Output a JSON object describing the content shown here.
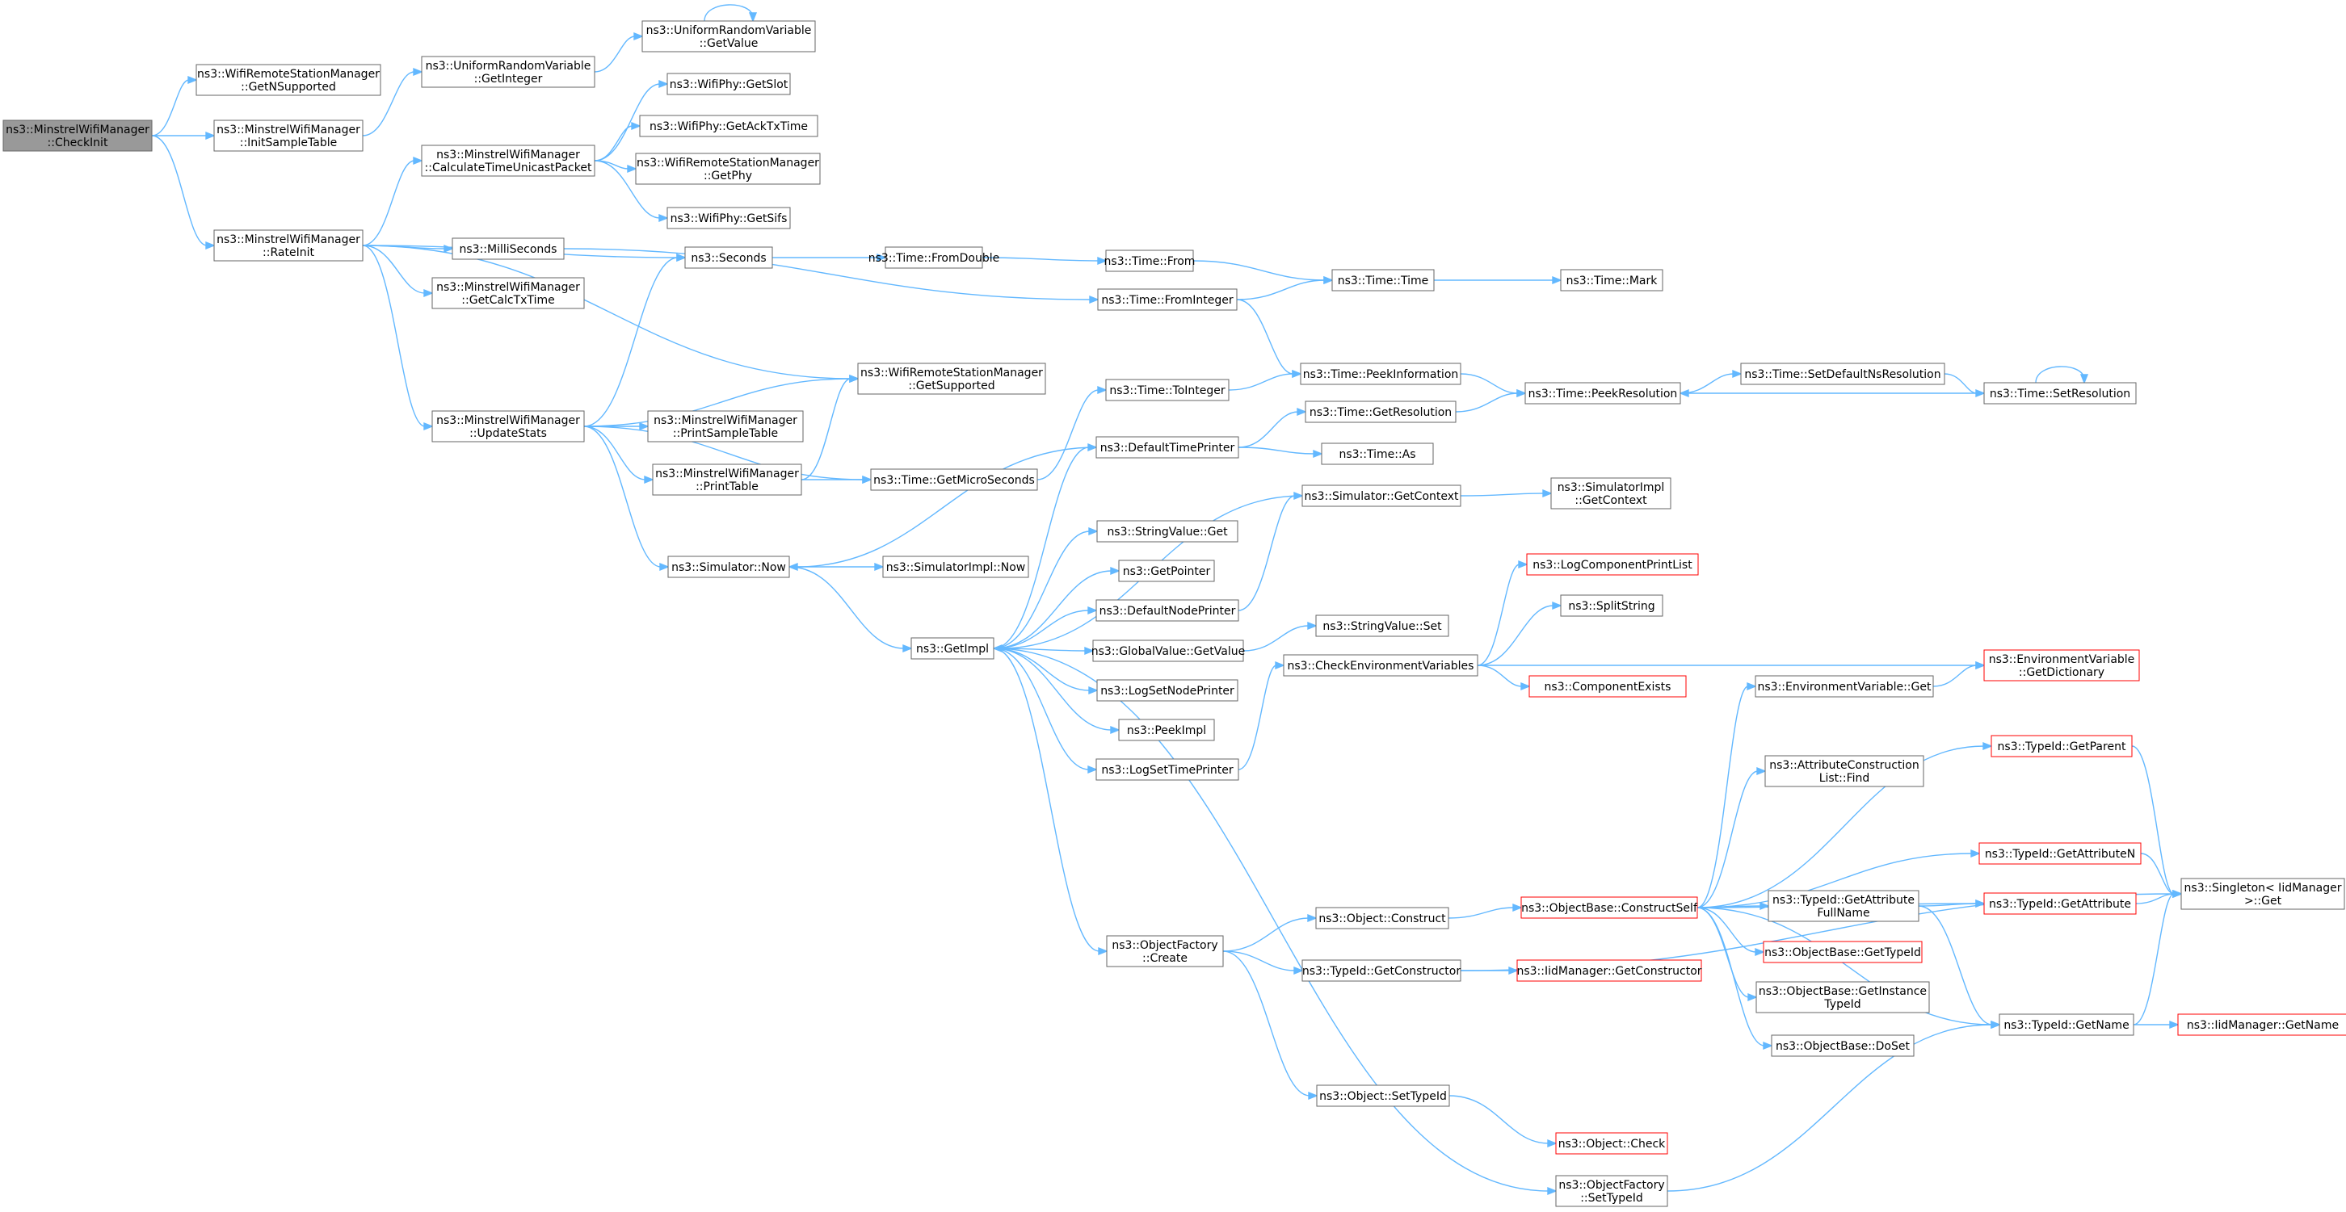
{
  "colors": {
    "edge": "#63b8ff",
    "node_border": "#666666",
    "node_fill": "#ffffff",
    "root_fill": "#999999",
    "truncated_border": "#ff0000",
    "text": "#000000"
  },
  "nodes": [
    {
      "id": "checkinit",
      "lines": [
        "ns3::MinstrelWifiManager",
        "::CheckInit"
      ],
      "root": true
    },
    {
      "id": "getnsupported",
      "lines": [
        "ns3::WifiRemoteStationManager",
        "::GetNSupported"
      ]
    },
    {
      "id": "initsampletable",
      "lines": [
        "ns3::MinstrelWifiManager",
        "::InitSampleTable"
      ]
    },
    {
      "id": "rateinit",
      "lines": [
        "ns3::MinstrelWifiManager",
        "::RateInit"
      ]
    },
    {
      "id": "urv_getinteger",
      "lines": [
        "ns3::UniformRandomVariable",
        "::GetInteger"
      ]
    },
    {
      "id": "urv_getvalue",
      "lines": [
        "ns3::UniformRandomVariable",
        "::GetValue"
      ]
    },
    {
      "id": "calctime",
      "lines": [
        "ns3::MinstrelWifiManager",
        "::CalculateTimeUnicastPacket"
      ]
    },
    {
      "id": "getslot",
      "lines": [
        "ns3::WifiPhy::GetSlot"
      ]
    },
    {
      "id": "getacktxtime",
      "lines": [
        "ns3::WifiPhy::GetAckTxTime"
      ]
    },
    {
      "id": "getphy",
      "lines": [
        "ns3::WifiRemoteStationManager",
        "::GetPhy"
      ]
    },
    {
      "id": "getsifs",
      "lines": [
        "ns3::WifiPhy::GetSifs"
      ]
    },
    {
      "id": "milliseconds",
      "lines": [
        "ns3::MilliSeconds"
      ]
    },
    {
      "id": "getcalctxtime",
      "lines": [
        "ns3::MinstrelWifiManager",
        "::GetCalcTxTime"
      ]
    },
    {
      "id": "seconds",
      "lines": [
        "ns3::Seconds"
      ]
    },
    {
      "id": "fromdouble",
      "lines": [
        "ns3::Time::FromDouble"
      ]
    },
    {
      "id": "from",
      "lines": [
        "ns3::Time::From"
      ]
    },
    {
      "id": "timetime",
      "lines": [
        "ns3::Time::Time"
      ]
    },
    {
      "id": "mark",
      "lines": [
        "ns3::Time::Mark"
      ]
    },
    {
      "id": "frominteger",
      "lines": [
        "ns3::Time::FromInteger"
      ]
    },
    {
      "id": "getsupported",
      "lines": [
        "ns3::WifiRemoteStationManager",
        "::GetSupported"
      ]
    },
    {
      "id": "updatestats",
      "lines": [
        "ns3::MinstrelWifiManager",
        "::UpdateStats"
      ]
    },
    {
      "id": "printsampletable",
      "lines": [
        "ns3::MinstrelWifiManager",
        "::PrintSampleTable"
      ]
    },
    {
      "id": "printtable",
      "lines": [
        "ns3::MinstrelWifiManager",
        "::PrintTable"
      ]
    },
    {
      "id": "getmicroseconds",
      "lines": [
        "ns3::Time::GetMicroSeconds"
      ]
    },
    {
      "id": "tointeger",
      "lines": [
        "ns3::Time::ToInteger"
      ]
    },
    {
      "id": "peekinformation",
      "lines": [
        "ns3::Time::PeekInformation"
      ]
    },
    {
      "id": "peekresolution",
      "lines": [
        "ns3::Time::PeekResolution"
      ]
    },
    {
      "id": "setdefaultns",
      "lines": [
        "ns3::Time::SetDefaultNsResolution"
      ]
    },
    {
      "id": "setresolution",
      "lines": [
        "ns3::Time::SetResolution"
      ]
    },
    {
      "id": "getresolution",
      "lines": [
        "ns3::Time::GetResolution"
      ]
    },
    {
      "id": "defaulttimeprinter",
      "lines": [
        "ns3::DefaultTimePrinter"
      ]
    },
    {
      "id": "timeas",
      "lines": [
        "ns3::Time::As"
      ]
    },
    {
      "id": "simgetcontext",
      "lines": [
        "ns3::Simulator::GetContext"
      ]
    },
    {
      "id": "simimplgetcontext",
      "lines": [
        "ns3::SimulatorImpl",
        "::GetContext"
      ]
    },
    {
      "id": "simnow",
      "lines": [
        "ns3::Simulator::Now"
      ]
    },
    {
      "id": "simimplnow",
      "lines": [
        "ns3::SimulatorImpl::Now"
      ]
    },
    {
      "id": "stringvalueget",
      "lines": [
        "ns3::StringValue::Get"
      ]
    },
    {
      "id": "getpointer",
      "lines": [
        "ns3::GetPointer"
      ]
    },
    {
      "id": "defaultnodeprinter",
      "lines": [
        "ns3::DefaultNodePrinter"
      ]
    },
    {
      "id": "getimpl",
      "lines": [
        "ns3::GetImpl"
      ]
    },
    {
      "id": "globalvaluegetvalue",
      "lines": [
        "ns3::GlobalValue::GetValue"
      ]
    },
    {
      "id": "logsetnodeprinter",
      "lines": [
        "ns3::LogSetNodePrinter"
      ]
    },
    {
      "id": "peekimpl",
      "lines": [
        "ns3::PeekImpl"
      ]
    },
    {
      "id": "logsettimeprinter",
      "lines": [
        "ns3::LogSetTimePrinter"
      ]
    },
    {
      "id": "stringvalueset",
      "lines": [
        "ns3::StringValue::Set"
      ]
    },
    {
      "id": "checkenv",
      "lines": [
        "ns3::CheckEnvironmentVariables"
      ]
    },
    {
      "id": "logcomponentprintlist",
      "lines": [
        "ns3::LogComponentPrintList"
      ],
      "truncated": true
    },
    {
      "id": "splitstring",
      "lines": [
        "ns3::SplitString"
      ]
    },
    {
      "id": "componentexists",
      "lines": [
        "ns3::ComponentExists"
      ],
      "truncated": true
    },
    {
      "id": "envvarget",
      "lines": [
        "ns3::EnvironmentVariable::Get"
      ]
    },
    {
      "id": "envvargetdict",
      "lines": [
        "ns3::EnvironmentVariable",
        "::GetDictionary"
      ],
      "truncated": true
    },
    {
      "id": "typeidgetparent",
      "lines": [
        "ns3::TypeId::GetParent"
      ],
      "truncated": true
    },
    {
      "id": "attrconstructionfind",
      "lines": [
        "ns3::AttributeConstruction",
        "List::Find"
      ]
    },
    {
      "id": "typeidgetattributen",
      "lines": [
        "ns3::TypeId::GetAttributeN"
      ],
      "truncated": true
    },
    {
      "id": "objectfactorycreate",
      "lines": [
        "ns3::ObjectFactory",
        "::Create"
      ]
    },
    {
      "id": "objectconstruct",
      "lines": [
        "ns3::Object::Construct"
      ]
    },
    {
      "id": "constructself",
      "lines": [
        "ns3::ObjectBase::ConstructSelf"
      ],
      "truncated": true
    },
    {
      "id": "getattributefullname",
      "lines": [
        "ns3::TypeId::GetAttribute",
        "FullName"
      ]
    },
    {
      "id": "typeidgetattribute",
      "lines": [
        "ns3::TypeId::GetAttribute"
      ],
      "truncated": true
    },
    {
      "id": "singletonget",
      "lines": [
        "ns3::Singleton< IidManager",
        " >::Get"
      ]
    },
    {
      "id": "objectbasegettypeid",
      "lines": [
        "ns3::ObjectBase::GetTypeId"
      ],
      "truncated": true
    },
    {
      "id": "typeidgetconstructor",
      "lines": [
        "ns3::TypeId::GetConstructor"
      ]
    },
    {
      "id": "iidgetconstructor",
      "lines": [
        "ns3::IidManager::GetConstructor"
      ],
      "truncated": true
    },
    {
      "id": "getinstancetypeid",
      "lines": [
        "ns3::ObjectBase::GetInstance",
        "TypeId"
      ]
    },
    {
      "id": "typeidgetname",
      "lines": [
        "ns3::TypeId::GetName"
      ]
    },
    {
      "id": "iidgetname",
      "lines": [
        "ns3::IidManager::GetName"
      ],
      "truncated": true
    },
    {
      "id": "doset",
      "lines": [
        "ns3::ObjectBase::DoSet"
      ]
    },
    {
      "id": "objectsettypeid",
      "lines": [
        "ns3::Object::SetTypeId"
      ]
    },
    {
      "id": "objectcheck",
      "lines": [
        "ns3::Object::Check"
      ],
      "truncated": true
    },
    {
      "id": "objectfactorysettypeid",
      "lines": [
        "ns3::ObjectFactory",
        "::SetTypeId"
      ]
    }
  ],
  "edges": [
    [
      "checkinit",
      "getnsupported"
    ],
    [
      "checkinit",
      "initsampletable"
    ],
    [
      "checkinit",
      "rateinit"
    ],
    [
      "initsampletable",
      "urv_getinteger"
    ],
    [
      "urv_getinteger",
      "urv_getvalue"
    ],
    [
      "urv_getvalue",
      "urv_getvalue"
    ],
    [
      "rateinit",
      "calctime"
    ],
    [
      "rateinit",
      "milliseconds"
    ],
    [
      "rateinit",
      "getcalctxtime"
    ],
    [
      "rateinit",
      "seconds"
    ],
    [
      "rateinit",
      "getsupported"
    ],
    [
      "rateinit",
      "updatestats"
    ],
    [
      "calctime",
      "getslot"
    ],
    [
      "calctime",
      "getacktxtime"
    ],
    [
      "calctime",
      "getphy"
    ],
    [
      "calctime",
      "getsifs"
    ],
    [
      "milliseconds",
      "frominteger"
    ],
    [
      "seconds",
      "fromdouble"
    ],
    [
      "fromdouble",
      "from"
    ],
    [
      "from",
      "timetime"
    ],
    [
      "timetime",
      "mark"
    ],
    [
      "frominteger",
      "timetime"
    ],
    [
      "frominteger",
      "peekinformation"
    ],
    [
      "updatestats",
      "seconds"
    ],
    [
      "updatestats",
      "getsupported"
    ],
    [
      "updatestats",
      "printsampletable"
    ],
    [
      "updatestats",
      "printtable"
    ],
    [
      "updatestats",
      "getmicroseconds"
    ],
    [
      "updatestats",
      "simnow"
    ],
    [
      "printtable",
      "getsupported"
    ],
    [
      "printtable",
      "getmicroseconds"
    ],
    [
      "getmicroseconds",
      "tointeger"
    ],
    [
      "tointeger",
      "peekinformation"
    ],
    [
      "peekinformation",
      "peekresolution"
    ],
    [
      "peekresolution",
      "setdefaultns"
    ],
    [
      "setdefaultns",
      "setresolution"
    ],
    [
      "setresolution",
      "peekresolution"
    ],
    [
      "setresolution",
      "setresolution"
    ],
    [
      "getresolution",
      "peekresolution"
    ],
    [
      "simnow",
      "simimplnow"
    ],
    [
      "simnow",
      "getimpl"
    ],
    [
      "defaulttimeprinter",
      "getresolution"
    ],
    [
      "defaulttimeprinter",
      "timeas"
    ],
    [
      "defaulttimeprinter",
      "simnow"
    ],
    [
      "simgetcontext",
      "simimplgetcontext"
    ],
    [
      "simgetcontext",
      "getimpl"
    ],
    [
      "defaultnodeprinter",
      "simgetcontext"
    ],
    [
      "getimpl",
      "defaulttimeprinter"
    ],
    [
      "getimpl",
      "stringvalueget"
    ],
    [
      "getimpl",
      "getpointer"
    ],
    [
      "getimpl",
      "defaultnodeprinter"
    ],
    [
      "getimpl",
      "globalvaluegetvalue"
    ],
    [
      "getimpl",
      "logsetnodeprinter"
    ],
    [
      "getimpl",
      "peekimpl"
    ],
    [
      "getimpl",
      "logsettimeprinter"
    ],
    [
      "getimpl",
      "objectfactorycreate"
    ],
    [
      "getimpl",
      "objectfactorysettypeid"
    ],
    [
      "globalvaluegetvalue",
      "stringvalueset"
    ],
    [
      "logsettimeprinter",
      "checkenv"
    ],
    [
      "checkenv",
      "logcomponentprintlist"
    ],
    [
      "checkenv",
      "splitstring"
    ],
    [
      "checkenv",
      "componentexists"
    ],
    [
      "checkenv",
      "envvargetdict"
    ],
    [
      "envvarget",
      "envvargetdict"
    ],
    [
      "objectfactorycreate",
      "objectconstruct"
    ],
    [
      "objectfactorycreate",
      "typeidgetconstructor"
    ],
    [
      "objectfactorycreate",
      "objectsettypeid"
    ],
    [
      "objectconstruct",
      "constructself"
    ],
    [
      "constructself",
      "envvarget"
    ],
    [
      "constructself",
      "typeidgetparent"
    ],
    [
      "constructself",
      "attrconstructionfind"
    ],
    [
      "constructself",
      "typeidgetattributen"
    ],
    [
      "constructself",
      "typeidgetattribute"
    ],
    [
      "constructself",
      "getattributefullname"
    ],
    [
      "constructself",
      "objectbasegettypeid"
    ],
    [
      "constructself",
      "getinstancetypeid"
    ],
    [
      "constructself",
      "doset"
    ],
    [
      "constructself",
      "typeidgetname"
    ],
    [
      "getattributefullname",
      "typeidgetattribute"
    ],
    [
      "getattributefullname",
      "typeidgetname"
    ],
    [
      "typeidgetparent",
      "singletonget"
    ],
    [
      "typeidgetattributen",
      "singletonget"
    ],
    [
      "typeidgetattribute",
      "singletonget"
    ],
    [
      "typeidgetname",
      "singletonget"
    ],
    [
      "typeidgetname",
      "iidgetname"
    ],
    [
      "typeidgetconstructor",
      "iidgetconstructor"
    ],
    [
      "typeidgetconstructor",
      "singletonget"
    ],
    [
      "objectsettypeid",
      "objectcheck"
    ],
    [
      "objectfactorysettypeid",
      "typeidgetname"
    ]
  ]
}
